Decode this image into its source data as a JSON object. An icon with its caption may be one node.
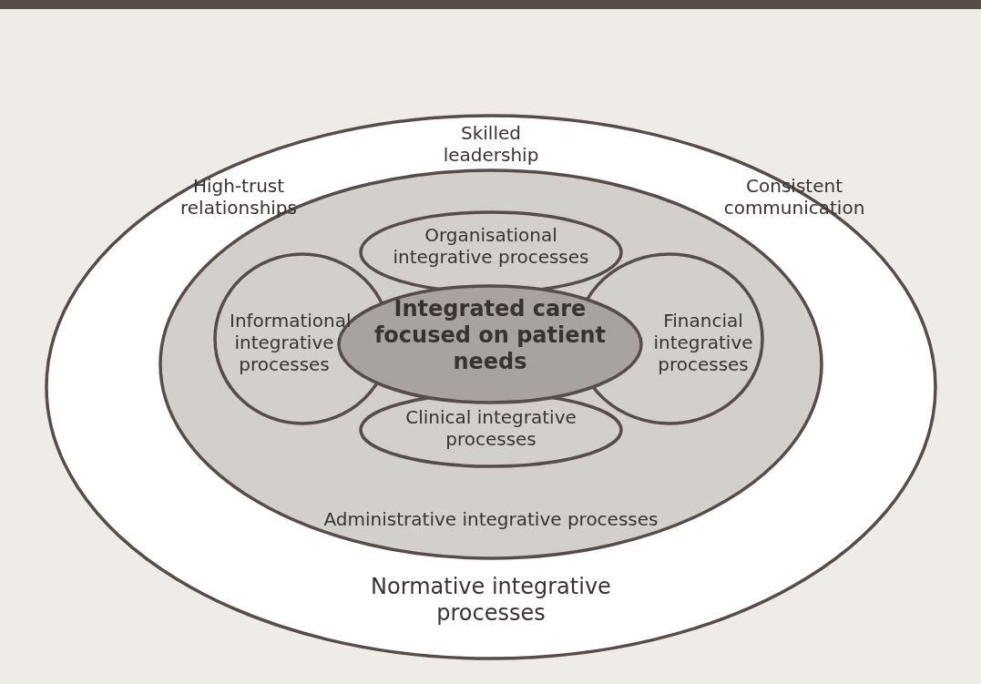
{
  "diagram": {
    "nodes": [
      {
        "text": [
          "Skilled leadership",
          "High-trust relationships",
          "Consistent communication",
          "Normative integrative processes"
        ]
      },
      {
        "text": [
          "Administrative integrative processes"
        ],
        "in": 0
      },
      {
        "text": [
          "Organisational integrative processes"
        ],
        "in": 1
      },
      {
        "text": [
          "Informational integrative processes"
        ],
        "in": 1
      },
      {
        "text": [
          "Financial integrative processes"
        ],
        "in": 1
      },
      {
        "text": [
          "Clinical integrative processes"
        ],
        "in": 1
      },
      {
        "text": [
          "Integrated care focused on patient needs"
        ],
        "in": 1
      }
    ]
  }
}
